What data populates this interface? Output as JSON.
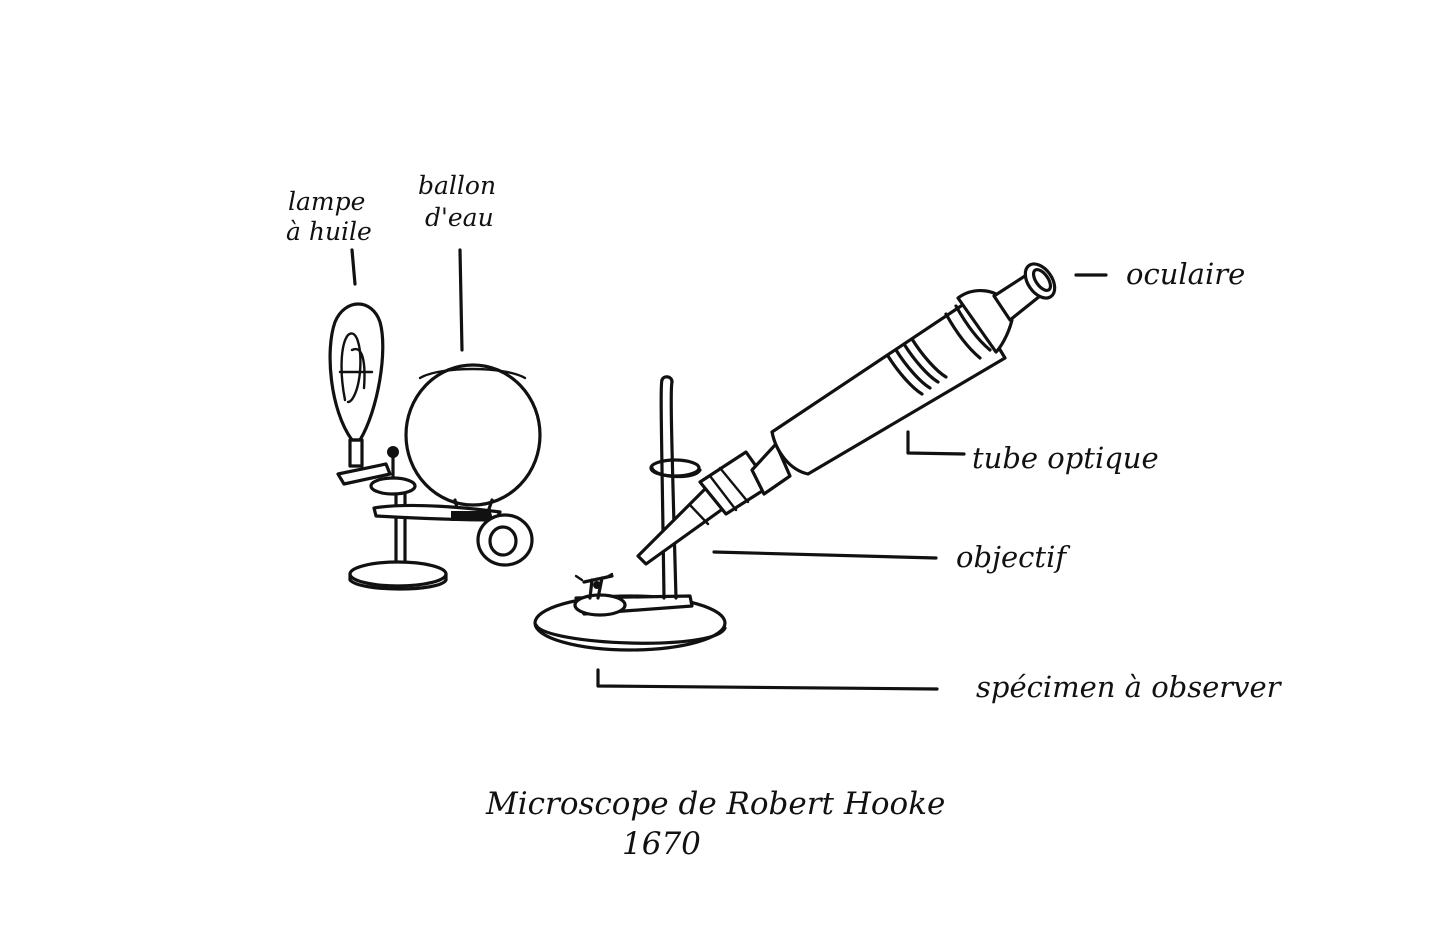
{
  "labels": {
    "lampe_line1": "lampe",
    "lampe_line2": "à huile",
    "ballon_line1": "ballon",
    "ballon_line2": "d'eau",
    "oculaire": "oculaire",
    "tube": "tube optique",
    "objectif": "objectif",
    "specimen": "spécimen à observer"
  },
  "caption": {
    "title": "Microscope de Robert Hooke",
    "year": "1670"
  },
  "colors": {
    "ink": "#111111",
    "paper": "#ffffff"
  }
}
